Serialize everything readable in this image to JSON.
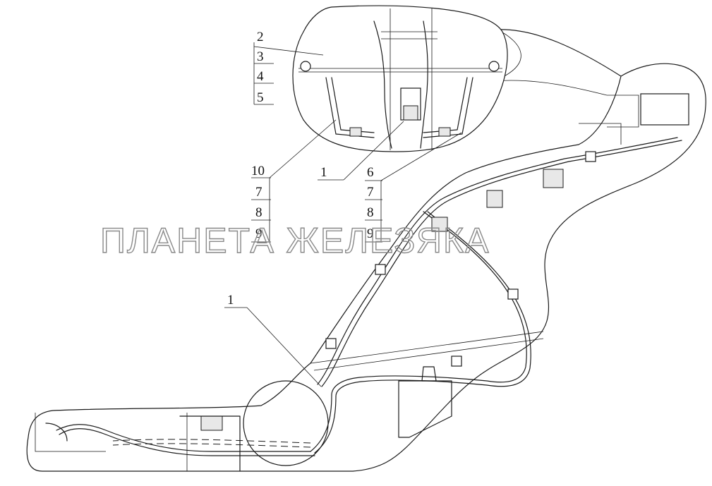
{
  "watermark": "ПЛАНЕТА ЖЕЛЕЗЯКА",
  "callouts": {
    "left_stack": [
      "2",
      "3",
      "4",
      "5"
    ],
    "bottom_left_stack": [
      "10",
      "7",
      "8",
      "9"
    ],
    "center_label": "1",
    "right_stack": [
      "6",
      "7",
      "8",
      "9"
    ],
    "lower_label": "1"
  },
  "colors": {
    "line": "#1a1a1a",
    "watermark": "#8a8a8a",
    "background": "#ffffff"
  }
}
